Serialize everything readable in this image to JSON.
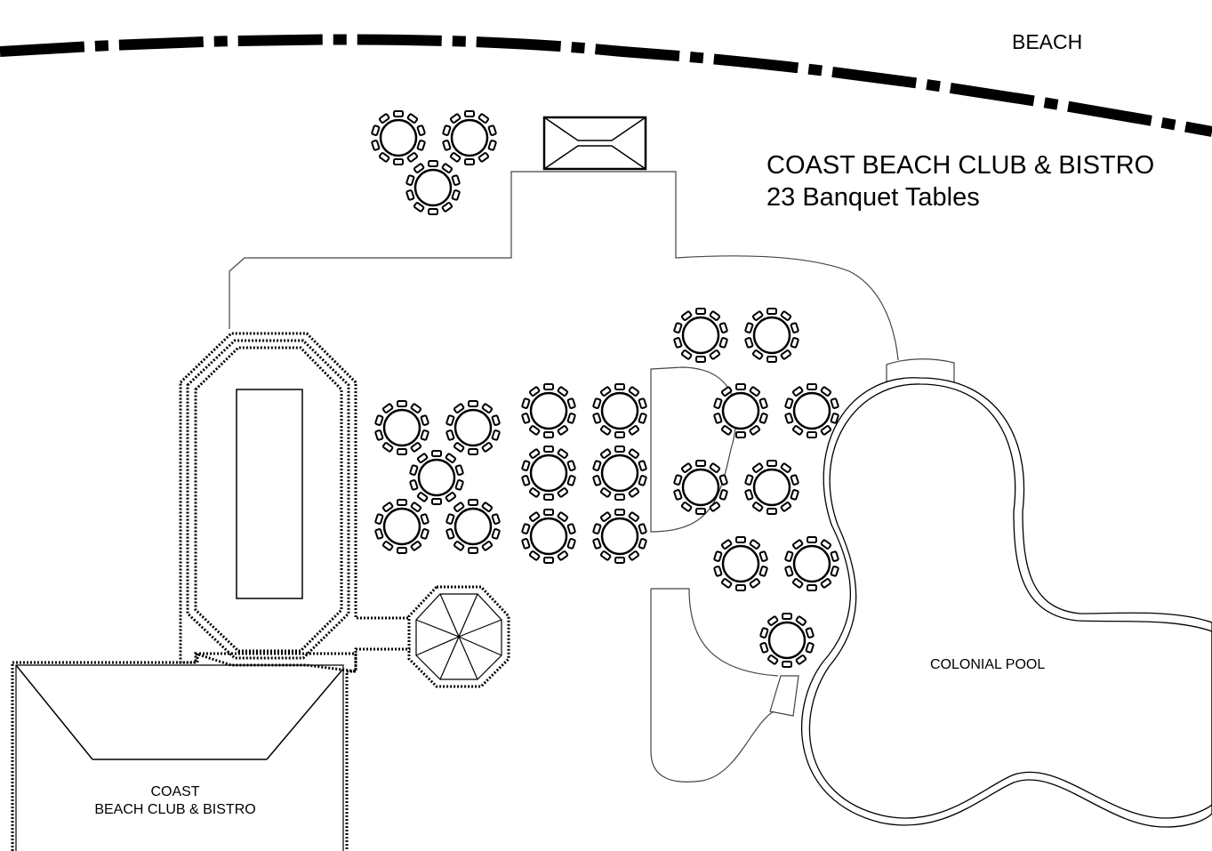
{
  "labels": {
    "beach": "BEACH",
    "venue_title": "COAST BEACH CLUB & BISTRO",
    "table_count": "23 Banquet Tables",
    "pool": "COLONIAL POOL",
    "building_line1": "COAST",
    "building_line2": "BEACH CLUB & BISTRO"
  },
  "icons": {
    "table": "round-banquet-table-icon",
    "bar": "buffet-bar-icon",
    "gazebo": "gazebo-icon"
  },
  "colors": {
    "line": "#000000",
    "background": "#ffffff"
  }
}
